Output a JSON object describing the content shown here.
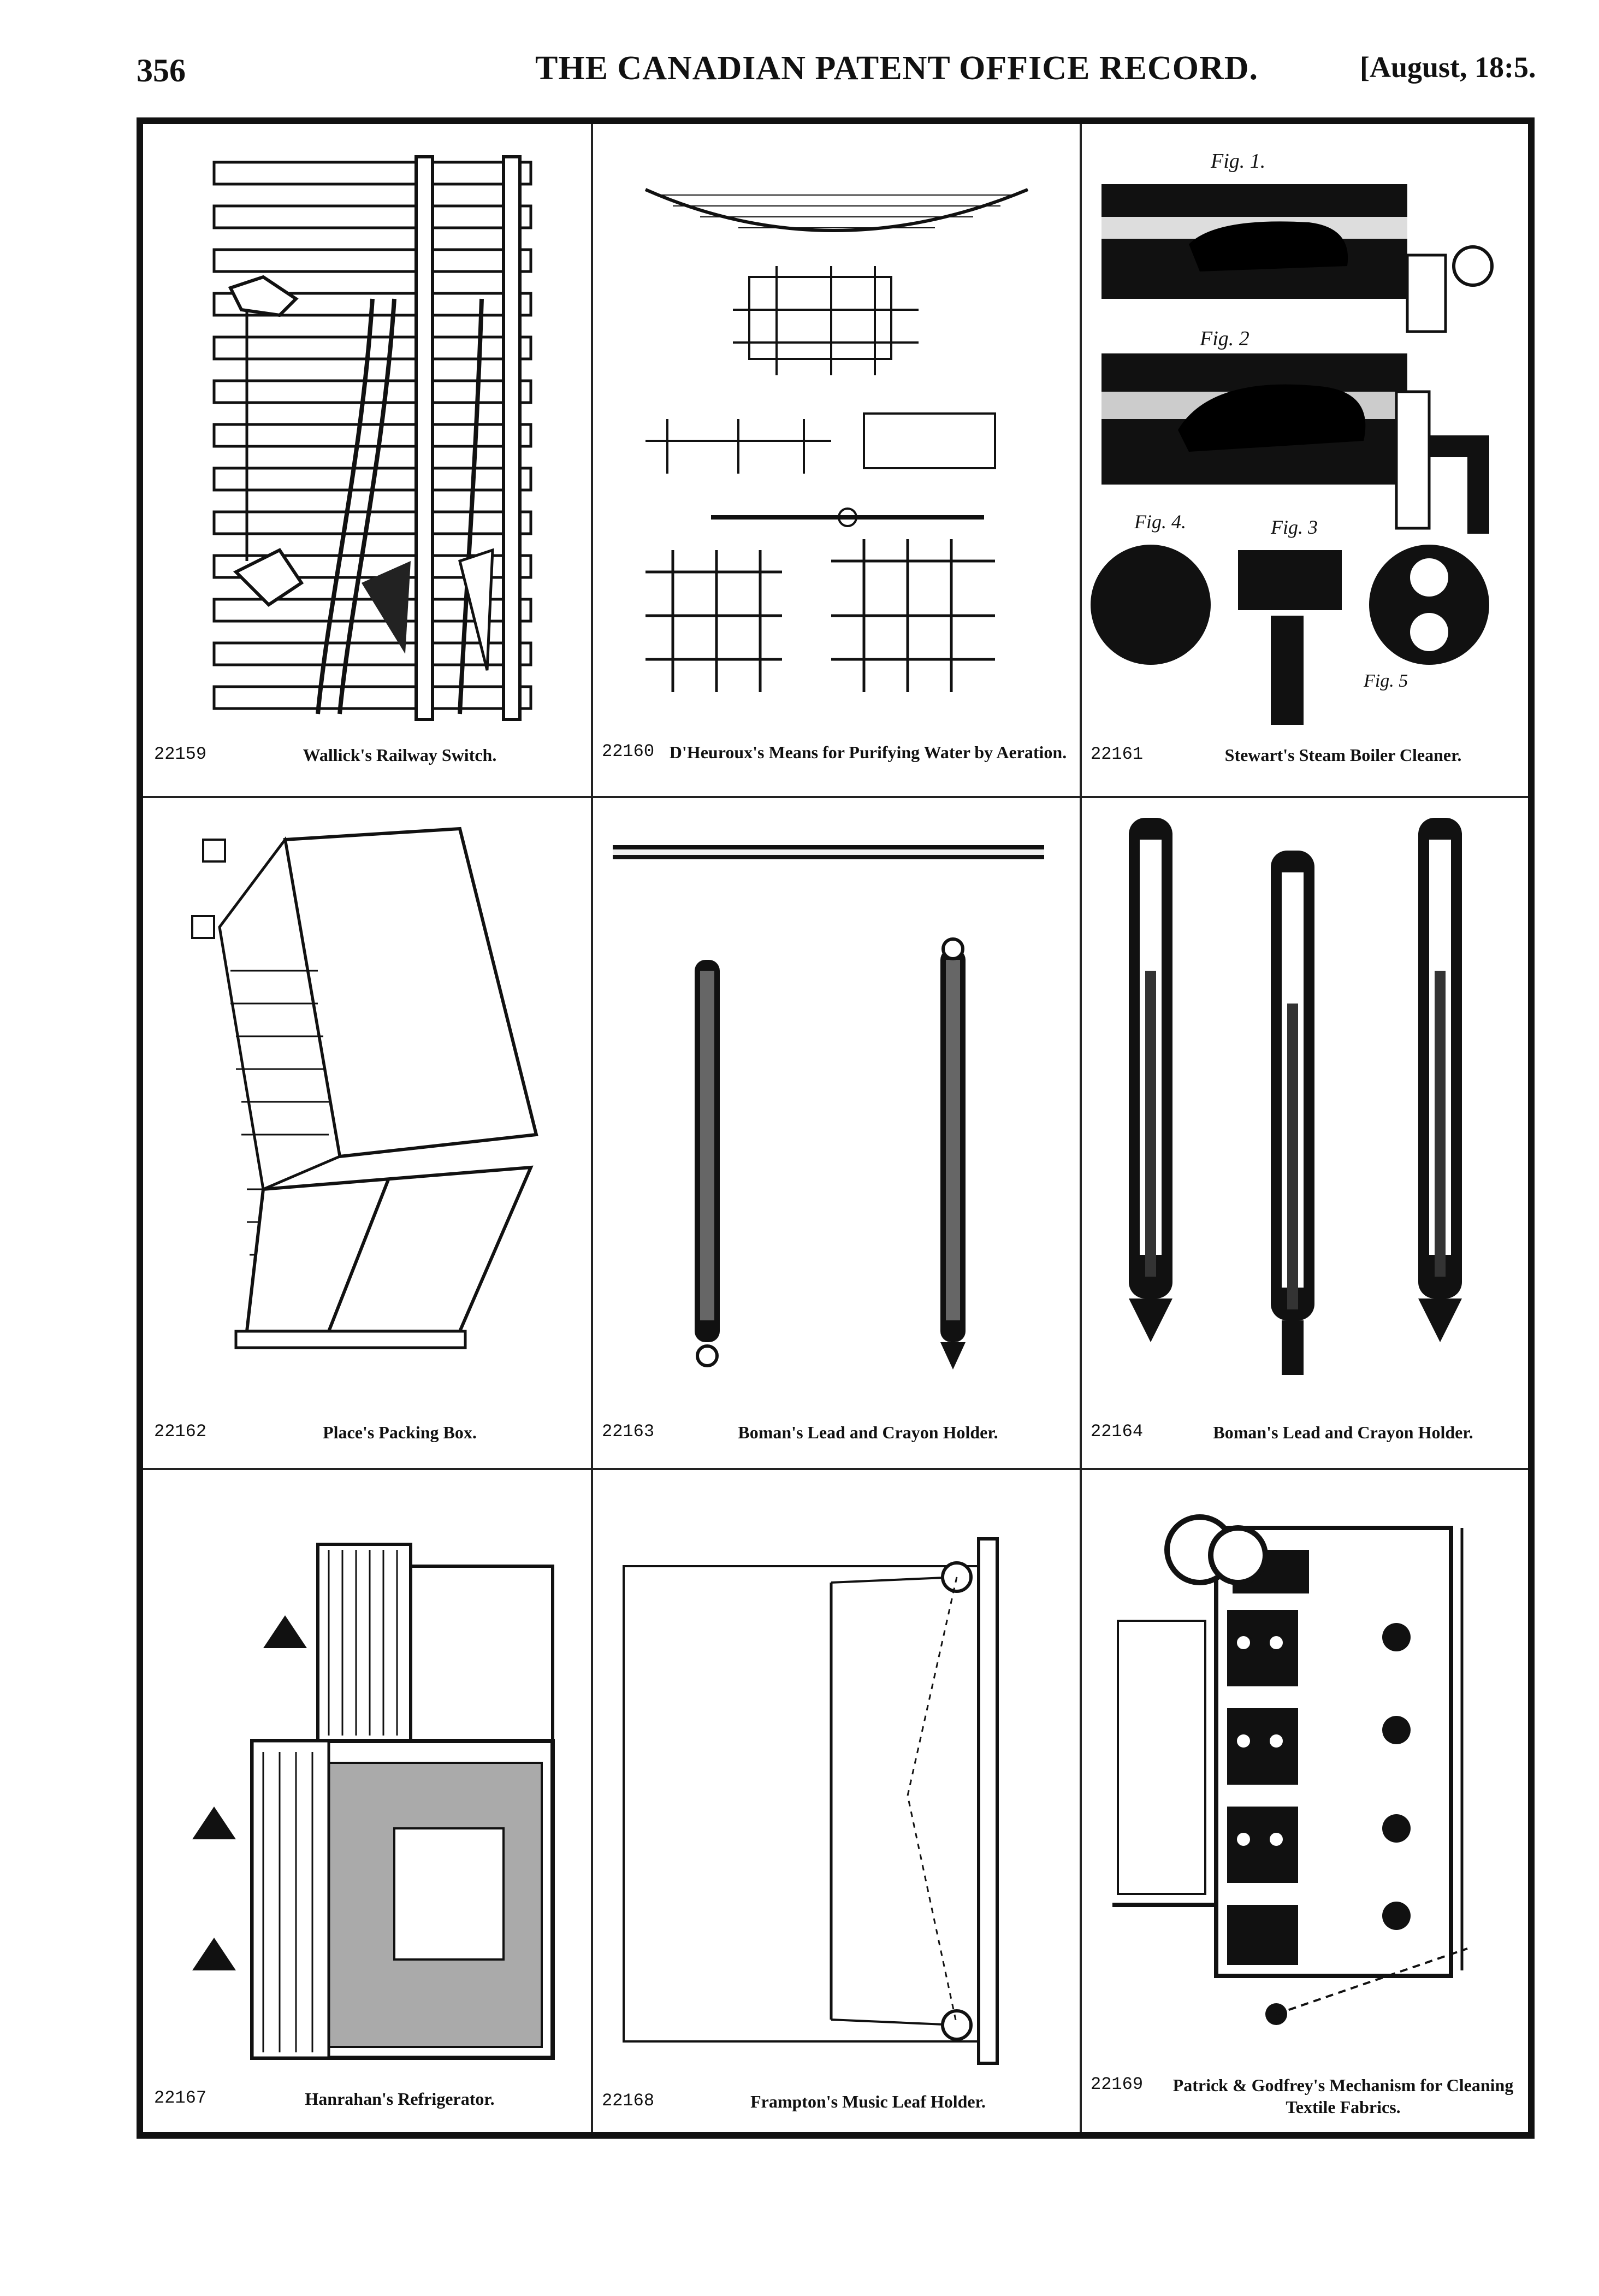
{
  "header": {
    "page_number": "356",
    "running_title": "THE CANADIAN PATENT OFFICE RECORD.",
    "issue_date": "[August, 18:5."
  },
  "patents": [
    {
      "number": "22159",
      "title": "Wallick's Railway Switch."
    },
    {
      "number": "22160",
      "title": "D'Heuroux's Means for Purifying Water by Aeration."
    },
    {
      "number": "22161",
      "title": "Stewart's Steam Boiler Cleaner."
    },
    {
      "number": "22162",
      "title": "Place's Packing Box."
    },
    {
      "number": "22163",
      "title": "Boman's Lead and Crayon Holder."
    },
    {
      "number": "22164",
      "title": "Boman's Lead and Crayon Holder."
    },
    {
      "number": "22167",
      "title": "Hanrahan's Refrigerator."
    },
    {
      "number": "22168",
      "title": "Frampton's Music Leaf Holder."
    },
    {
      "number": "22169",
      "title": "Patrick & Godfrey's Mechanism for Cleaning Textile Fabrics."
    }
  ],
  "figure_labels": {
    "fig1": "Fig. 1.",
    "fig2": "Fig. 2",
    "fig3": "Fig. 3",
    "fig4": "Fig. 4.",
    "fig5": "Fig. 5"
  }
}
